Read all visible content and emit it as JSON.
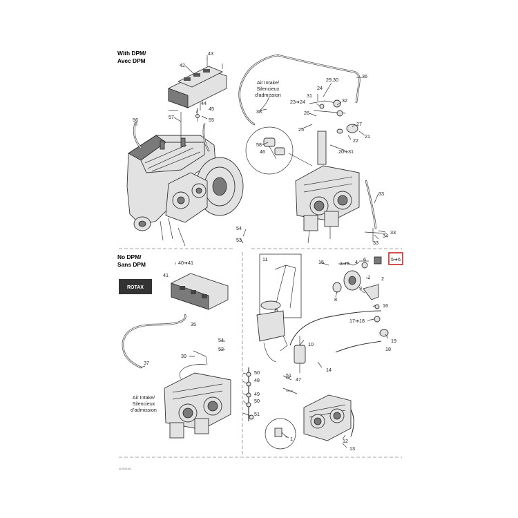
{
  "sections": {
    "with_dpm": [
      "With DPM/",
      "Avec DPM"
    ],
    "no_dpm": [
      "No DPM/",
      "Sans DPM"
    ]
  },
  "notes": {
    "air_intake_top": [
      "Air Intake/",
      "Silencieux",
      "d'admission"
    ],
    "air_intake_bottom": [
      "Air Intake/",
      "Silencieux",
      "d'admission"
    ]
  },
  "callouts": {
    "c43": "43",
    "c42": "42",
    "c44": "44",
    "c45": "45",
    "c57": "57",
    "c55": "55",
    "c56": "56",
    "c36": "36",
    "c29_30": "29,30",
    "c24": "24",
    "c31": "31",
    "c23_24": "23➔24",
    "c32": "32",
    "c38": "38",
    "c26": "26",
    "c25": "25",
    "c27": "27",
    "c21": "21",
    "c22": "22",
    "c58": "58",
    "c46": "46",
    "c20_31": "20➔31",
    "c33a": "33",
    "c33b": "33",
    "c34": "34",
    "c33c": "33",
    "c54a": "54",
    "c53": "53",
    "c40_41": "40➔41",
    "c41": "41",
    "c11": "11",
    "c15": "15",
    "c3_6": "3➔6",
    "c4": "4",
    "c6": "6",
    "c5_6": "5➔6",
    "c7": "7",
    "c2": "2",
    "c9": "9",
    "c8": "8",
    "c16": "16",
    "c17_18": "17➔18",
    "c19": "19",
    "c18": "18",
    "c35": "35",
    "c10": "10",
    "c54b": "54",
    "c52": "52",
    "c39": "39",
    "c37": "37",
    "c14": "14",
    "c50a": "50",
    "c48": "48",
    "c49": "49",
    "c50b": "50",
    "c51a": "51",
    "c47": "47",
    "c51b": "51",
    "c1": "1",
    "c12": "12",
    "c13": "13"
  },
  "decal_text": "ROTAX",
  "footer_code": "00000U0L",
  "highlight_color": "#cc2222"
}
